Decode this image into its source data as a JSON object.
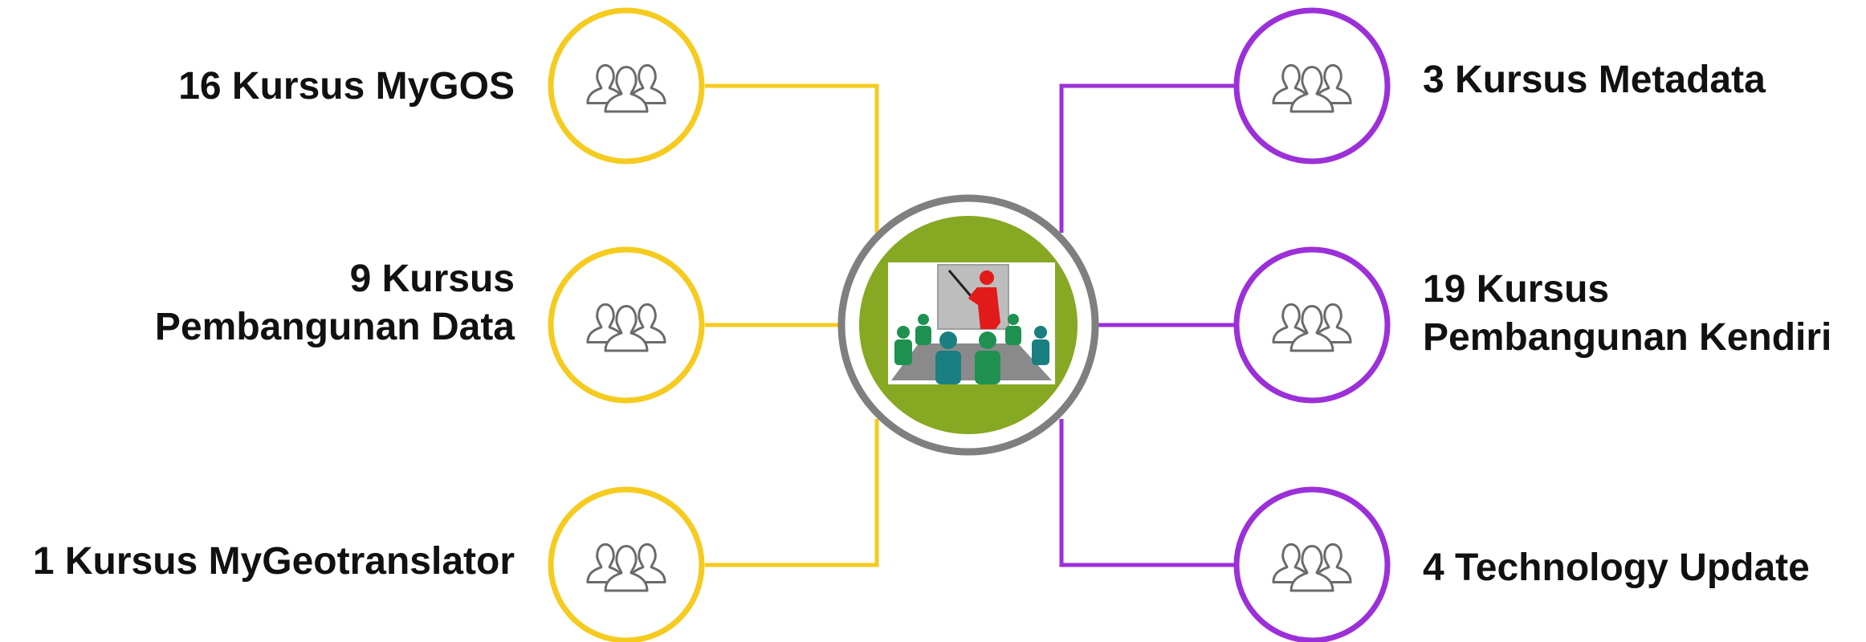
{
  "colors": {
    "left_accent": "#F5CB1F",
    "right_accent": "#9B30D9",
    "center_ring": "#7F7F7F",
    "center_fill": "#86A823",
    "icon_stroke": "#6B6B6B",
    "text": "#111111"
  },
  "center": {
    "icon": "presentation-meeting-icon"
  },
  "left_items": [
    {
      "lines": [
        "16 Kursus MyGOS"
      ],
      "icon": "people-group-icon"
    },
    {
      "lines": [
        "9 Kursus",
        "Pembangunan Data"
      ],
      "icon": "people-group-icon"
    },
    {
      "lines": [
        "1 Kursus MyGeotranslator"
      ],
      "icon": "people-group-icon"
    }
  ],
  "right_items": [
    {
      "lines": [
        "3 Kursus Metadata"
      ],
      "icon": "people-group-icon"
    },
    {
      "lines": [
        "19 Kursus",
        "Pembangunan Kendiri"
      ],
      "icon": "people-group-icon"
    },
    {
      "lines": [
        "4 Technology Update"
      ],
      "icon": "people-group-icon"
    }
  ]
}
